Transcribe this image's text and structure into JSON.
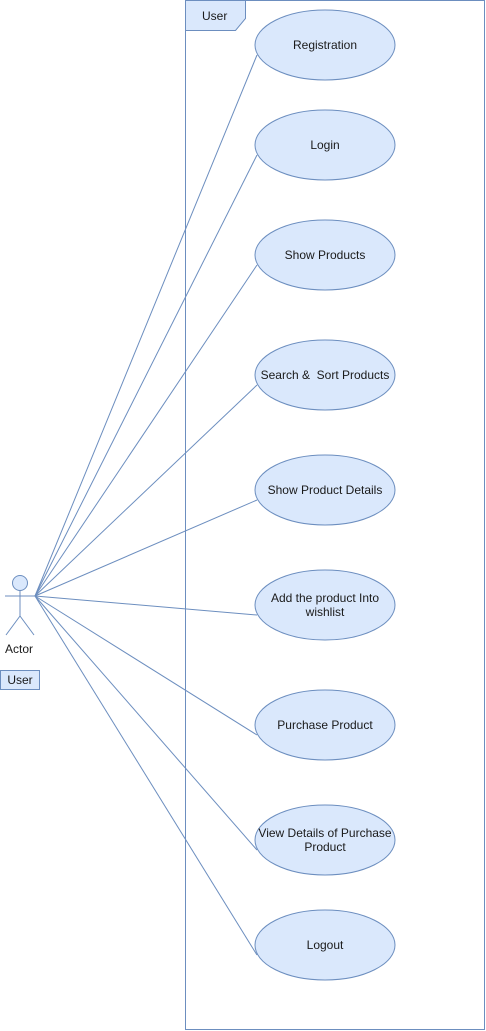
{
  "system": {
    "title": "User"
  },
  "actor": {
    "name": "Actor",
    "tag": "User"
  },
  "use_cases": [
    {
      "label_lines": [
        "Registration"
      ]
    },
    {
      "label_lines": [
        "Login"
      ]
    },
    {
      "label_lines": [
        "Show Products"
      ]
    },
    {
      "label_lines": [
        "Search &  Sort Products"
      ]
    },
    {
      "label_lines": [
        "Show Product Details"
      ]
    },
    {
      "label_lines": [
        "Add the product Into",
        "wishlist"
      ]
    },
    {
      "label_lines": [
        "Purchase Product"
      ]
    },
    {
      "label_lines": [
        "View Details of Purchase",
        "Product"
      ]
    },
    {
      "label_lines": [
        "Logout"
      ]
    }
  ],
  "colors": {
    "stroke": "#6c8ebf",
    "fill": "#dae8fc",
    "text": "#1a1a1a"
  }
}
